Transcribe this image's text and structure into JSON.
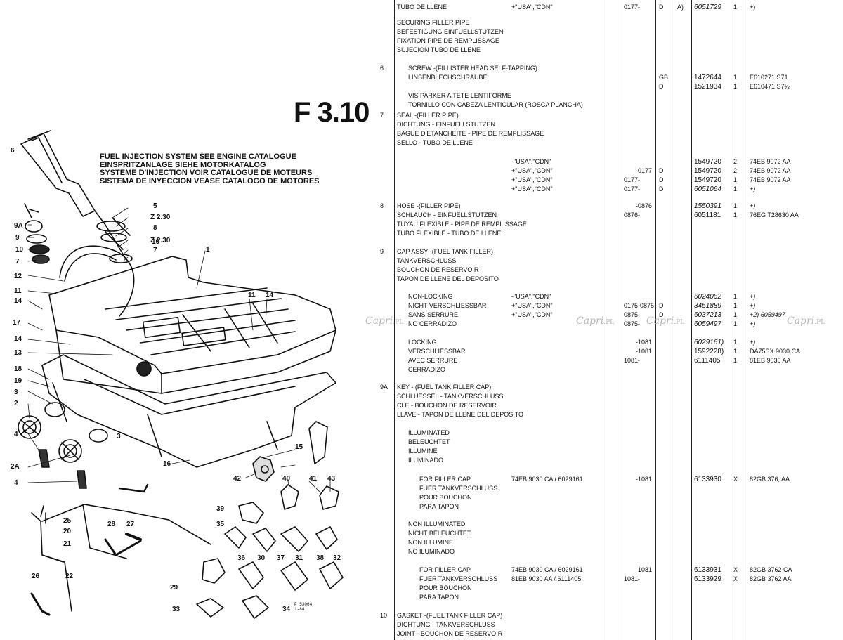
{
  "plate_title": "F 3.10",
  "diagram_note": [
    "FUEL INJECTION SYSTEM SEE ENGINE CATALOGUE",
    "EINSPRITZANLAGE SIEHE MOTORKATALOG",
    "SYSTEME D'INJECTION VOIR CATALOGUE DE MOTEURS",
    "SISTEMA DE INYECCION VEASE CATALOGO DE MOTORES"
  ],
  "callouts": [
    "6",
    "5",
    "Z 2.30",
    "8",
    "10",
    "Z 2.30",
    "7",
    "1",
    "9A",
    "9",
    "10",
    "7",
    "12",
    "11",
    "14",
    "17",
    "14",
    "13",
    "11",
    "14",
    "18",
    "19",
    "3",
    "2",
    "4",
    "2A",
    "4",
    "3",
    "15",
    "16",
    "42",
    "40",
    "41",
    "43",
    "39",
    "25",
    "20",
    "26",
    "27",
    "21",
    "35",
    "36",
    "30",
    "37",
    "31",
    "38",
    "32",
    "29",
    "28",
    "22",
    "33",
    "34"
  ],
  "drawing_code": [
    "F 53064",
    "1-84"
  ],
  "watermark": {
    "brand": "Capri",
    "suffix": ".PL",
    "positions": [
      520,
      820,
      920,
      1120
    ]
  },
  "rows": [
    {
      "desc": [
        "TUBO DE LLENE"
      ],
      "model": "+\"USA\",\"CDN\"",
      "date": "0177-",
      "lc": "D",
      "note": "A)",
      "part": "6051729",
      "qty": "1",
      "remarks": "+)",
      "hw": [
        "part"
      ]
    },
    {
      "desc": [
        "SECURING FILLER PIPE",
        "BEFESTIGUNG EINFUELLSTUTZEN",
        "FIXATION PIPE DE REMPLISSAGE",
        "SUJECION TUBO DE LLENE"
      ]
    },
    {
      "ref": "6",
      "desc": [
        "SCREW -(FILLISTER HEAD SELF-TAPPING)",
        "LINSENBLECHSCHRAUBE",
        "",
        "VIS PARKER A TETE LENTIFORME",
        "TORNILLO CON CABEZA LENTICULAR (ROSCA PLANCHA)"
      ],
      "indent": 1,
      "lines": [
        {
          "lc": "GB",
          "part": "1472644",
          "qty": "1",
          "remarks": "E610271 S71"
        },
        {
          "lc": "D",
          "part": "1521934",
          "qty": "1",
          "remarks": "E610471 S7½"
        }
      ]
    },
    {
      "ref": "7",
      "desc": [
        "SEAL -(FILLER PIPE)",
        "DICHTUNG - EINFUELLSTUTZEN",
        "BAGUE D'ETANCHEITE - PIPE DE REMPLISSAGE",
        "SELLO - TUBO DE LLENE"
      ]
    },
    {
      "lines": [
        {
          "model": "-\"USA\",\"CDN\"",
          "part": "1549720",
          "qty": "2",
          "remarks": "74EB 9072 AA"
        },
        {
          "model": "+\"USA\",\"CDN\"",
          "date_pre": "-0177",
          "lc": "D",
          "part": "1549720",
          "qty": "2",
          "remarks": "74EB 9072 AA"
        },
        {
          "model": "+\"USA\",\"CDN\"",
          "date": "0177-",
          "lc": "D",
          "part": "1549720",
          "qty": "1",
          "remarks": "74EB 9072 AA"
        },
        {
          "model": "+\"USA\",\"CDN\"",
          "date": "0177-",
          "lc": "D",
          "part": "6051064",
          "qty": "1",
          "remarks": "+)",
          "hw": true
        }
      ]
    },
    {
      "ref": "8",
      "desc": [
        "HOSE -(FILLER PIPE)",
        "SCHLAUCH - EINFUELLSTUTZEN",
        "TUYAU FLEXIBLE - PIPE DE REMPLISSAGE",
        "TUBO FLEXIBLE - TUBO DE LLENE"
      ],
      "lines": [
        {
          "date_pre": "-0876",
          "part": "1550391",
          "qty": "1",
          "remarks": "+)",
          "hw": true
        },
        {
          "date": "0876-",
          "part": "6051181",
          "qty": "1",
          "remarks": "76EG T28630 AA"
        }
      ]
    },
    {
      "ref": "9",
      "desc": [
        "CAP ASSY -(FUEL TANK FILLER)",
        "TANKVERSCHLUSS",
        "BOUCHON DE RESERVOIR",
        "TAPON DE LLENE DEL DEPOSITO"
      ]
    },
    {
      "desc": [
        "NON-LOCKING",
        "NICHT VERSCHLIESSBAR",
        "SANS SERRURE",
        "NO CERRADIZO"
      ],
      "indent": 1,
      "lines": [
        {
          "model": "-\"USA\",\"CDN\"",
          "part": "6024062",
          "qty": "1",
          "remarks": "+)",
          "hw": true
        },
        {
          "model": "+\"USA\",\"CDN\"",
          "date": "0175-0875",
          "lc": "D",
          "part": "3451889",
          "qty": "1",
          "remarks": "+)",
          "hw": true
        },
        {
          "model": "+\"USA\",\"CDN\"",
          "date": "0875-",
          "lc": "D",
          "part": "6037213",
          "qty": "1",
          "remarks": "+2) 6059497",
          "hw": true
        },
        {
          "date": "0875-",
          "part": "6059497",
          "qty": "1",
          "remarks": "+)",
          "hw": true
        }
      ]
    },
    {
      "desc": [
        "LOCKING",
        "VERSCHLIESSBAR",
        "AVEC SERRURE",
        "CERRADIZO"
      ],
      "indent": 1,
      "lines": [
        {
          "date_pre": "-1081",
          "part": "6029161)",
          "qty": "1",
          "remarks": "+)",
          "hw": true
        },
        {
          "date_pre": "-1081",
          "part": "1592228)",
          "qty": "1",
          "remarks": "DA75SX 9030 CA"
        },
        {
          "date": "1081-",
          "part": "6111405",
          "qty": "1",
          "remarks": "81EB 9030 AA"
        }
      ]
    },
    {
      "ref": "9A",
      "desc": [
        "KEY - (FUEL TANK FILLER CAP)",
        "SCHLUESSEL - TANKVERSCHLUSS",
        "CLE - BOUCHON DE RESERVOIR",
        "LLAVE - TAPON DE LLENE DEL DEPOSITO"
      ]
    },
    {
      "desc": [
        "ILLUMINATED",
        "BELEUCHTET",
        "ILLUMINE",
        "ILUMINADO"
      ],
      "indent": 1
    },
    {
      "desc": [
        "FOR FILLER CAP",
        "FUER TANKVERSCHLUSS",
        "POUR BOUCHON",
        "PARA TAPON"
      ],
      "indent": 2,
      "lines": [
        {
          "model": "74EB 9030 CA / 6029161",
          "date_pre": "-1081",
          "part": "6133930",
          "qty": "X",
          "remarks": "82GB 376, AA"
        }
      ]
    },
    {
      "desc": [
        "NON ILLUMINATED",
        "NICHT BELEUCHTET",
        "NON ILLUMINE",
        "NO ILUMINADO"
      ],
      "indent": 1
    },
    {
      "desc": [
        "FOR FILLER CAP",
        "FUER TANKVERSCHLUSS",
        "POUR BOUCHON",
        "PARA TAPON"
      ],
      "indent": 2,
      "lines": [
        {
          "model": "74EB 9030 CA / 6029161",
          "date_pre": "-1081",
          "part": "6133931",
          "qty": "X",
          "remarks": "82GB 3762 CA"
        },
        {
          "model": "81EB 9030 AA / 6111405",
          "date": "1081-",
          "part": "6133929",
          "qty": "X",
          "remarks": "82GB 3762 AA"
        }
      ]
    },
    {
      "ref": "10",
      "desc": [
        "GASKET -(FUEL TANK FILLER CAP)",
        "DICHTUNG - TANKVERSCHLUSS",
        "JOINT - BOUCHON DE RESERVOIR"
      ]
    }
  ]
}
